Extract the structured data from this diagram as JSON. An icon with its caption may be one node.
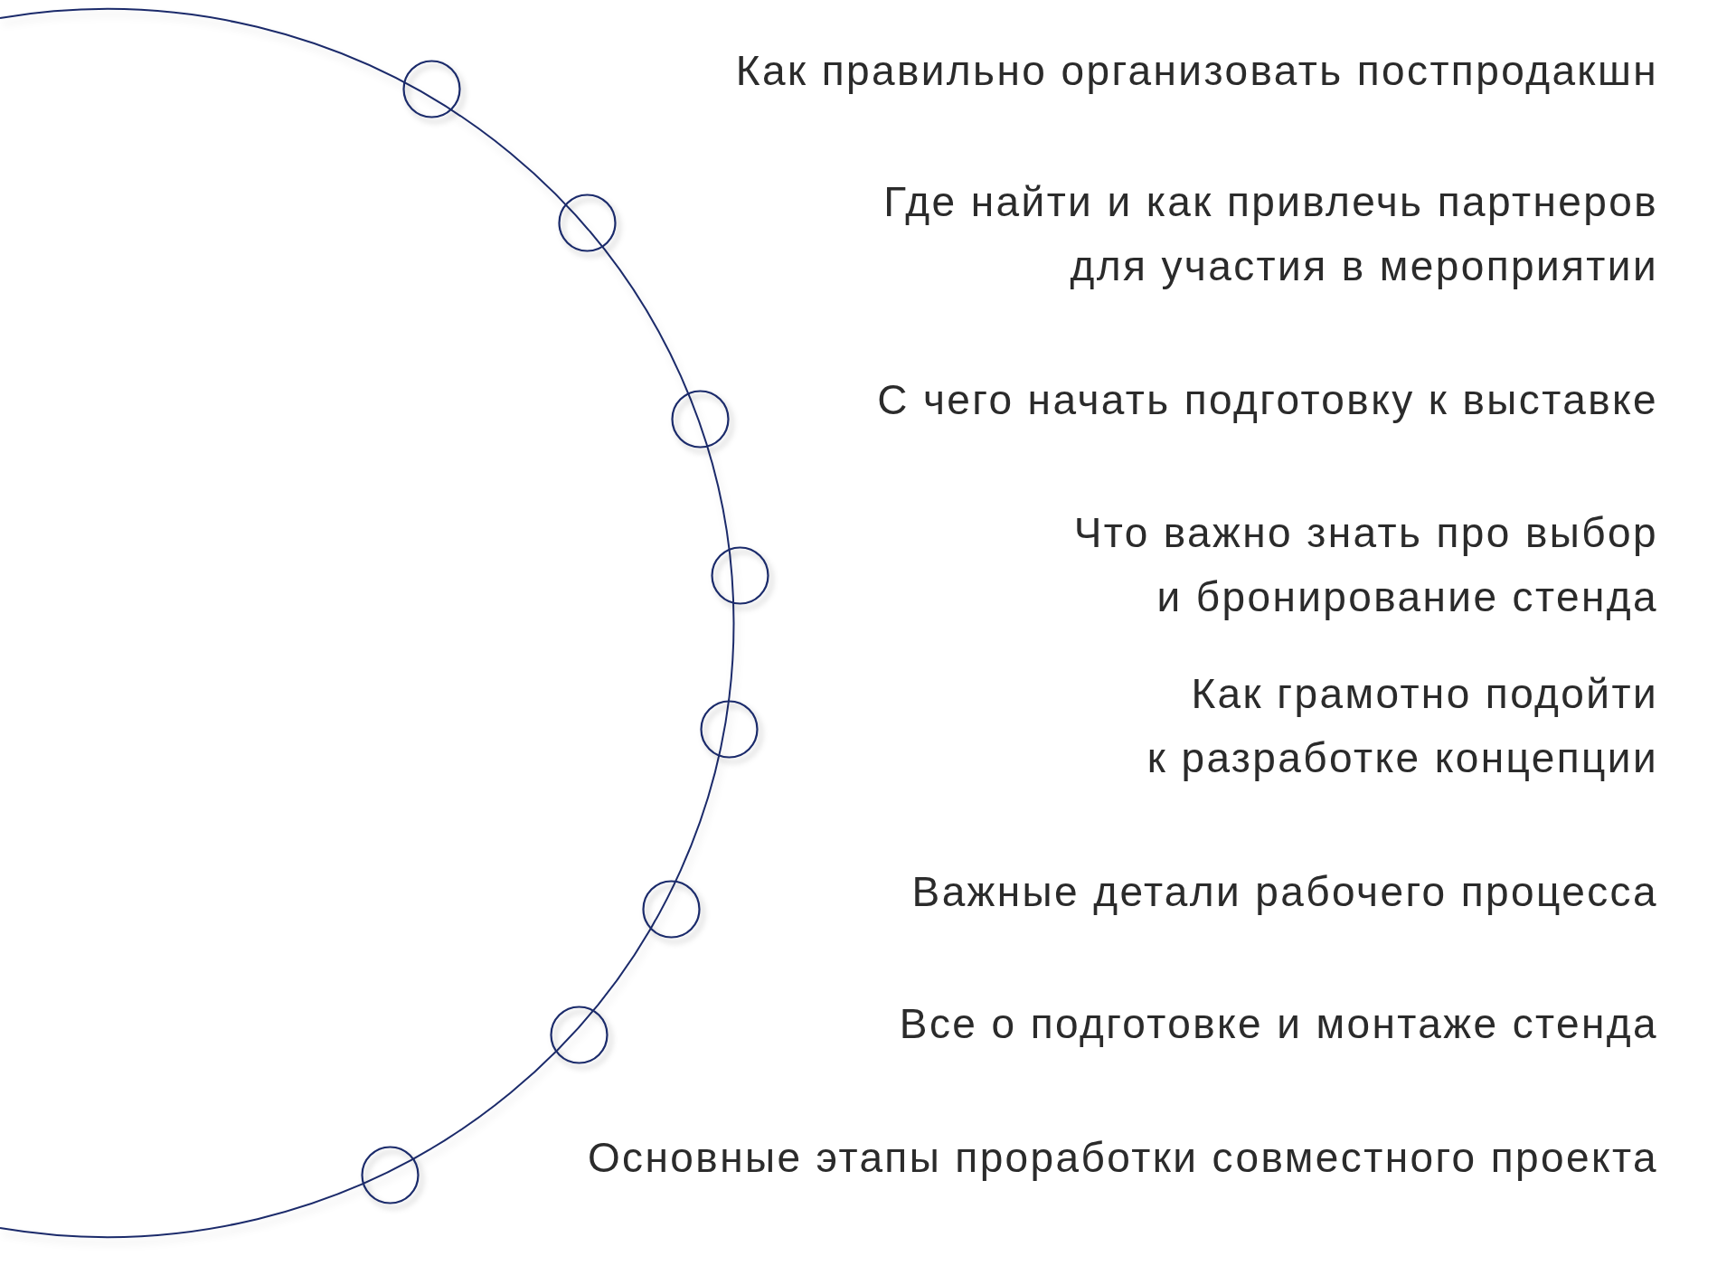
{
  "diagram": {
    "nodes": [
      {
        "text": [],
        "shape": "circle"
      },
      {
        "text": [],
        "shape": "circle"
      },
      {
        "text": [],
        "shape": "circle"
      },
      {
        "text": [],
        "shape": "circle"
      },
      {
        "text": [],
        "shape": "circle"
      },
      {
        "text": [],
        "shape": "circle"
      },
      {
        "text": [],
        "shape": "circle"
      },
      {
        "text": [],
        "shape": "circle"
      }
    ],
    "labels": [
      "Как правильно организовать постпродакшн",
      "Где найти и как привлечь партнеров для участия в мероприятии",
      "С чего начать подготовку к выставке",
      "Что важно знать про выбор и бронирование стенда",
      "Как грамотно подойти к разработке концепции",
      "Важные детали рабочего процесса",
      "Все о подготовке и монтаже стенда",
      "Основные этапы проработки совместного проекта"
    ]
  }
}
